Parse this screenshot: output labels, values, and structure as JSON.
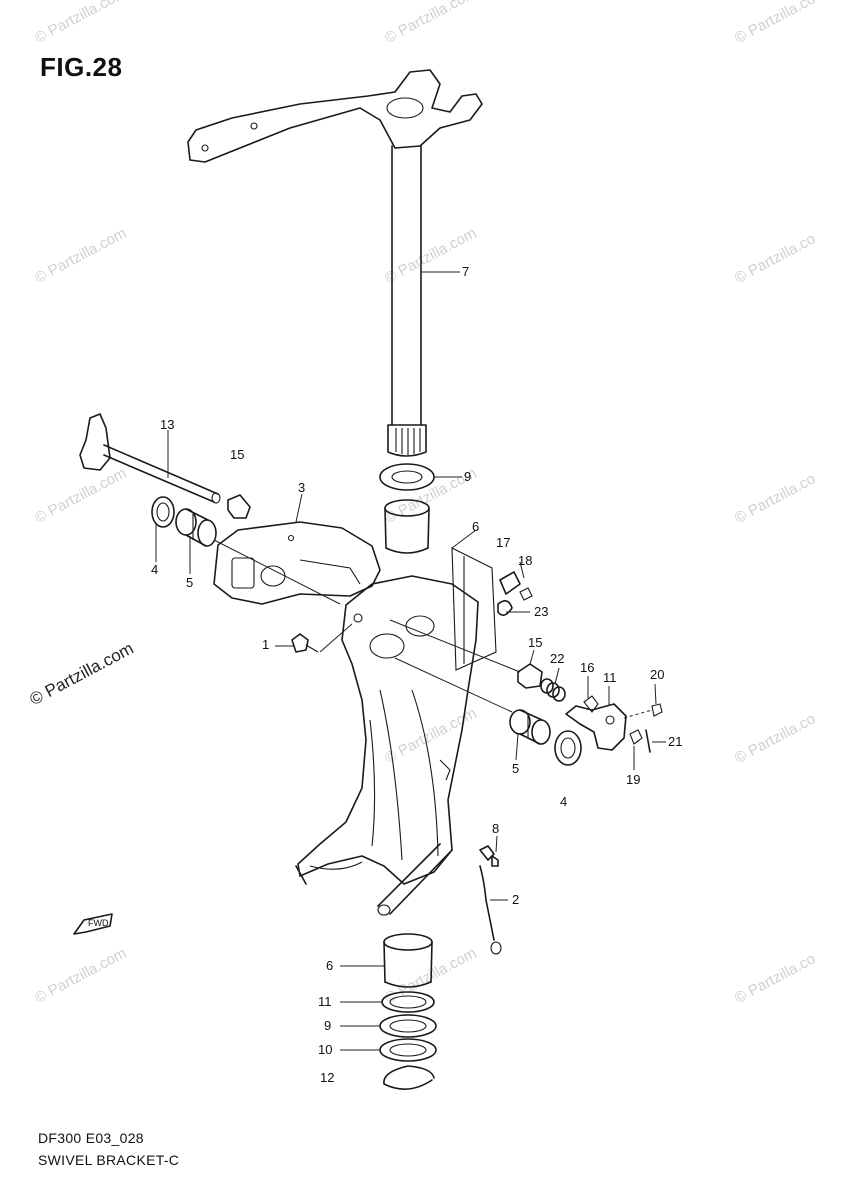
{
  "figure": {
    "title": "FIG.28",
    "model_code": "DF300 E03_028",
    "section_name": "SWIVEL BRACKET-C"
  },
  "watermark": {
    "text": "© Partzilla.com",
    "text_short": "© Partzilla.co"
  },
  "front_marker": {
    "label": "FWD"
  },
  "callouts": {
    "c1": "1",
    "c2": "2",
    "c3": "3",
    "c4a": "4",
    "c4b": "4",
    "c5a": "5",
    "c5b": "5",
    "c6a": "6",
    "c6b": "6",
    "c7": "7",
    "c8": "8",
    "c9a": "9",
    "c9b": "9",
    "c10": "10",
    "c11a": "11",
    "c11b": "11",
    "c12": "12",
    "c13": "13",
    "c15a": "15",
    "c15b": "15",
    "c16": "16",
    "c17": "17",
    "c18": "18",
    "c19": "19",
    "c20": "20",
    "c21": "21",
    "c22": "22",
    "c23": "23"
  }
}
